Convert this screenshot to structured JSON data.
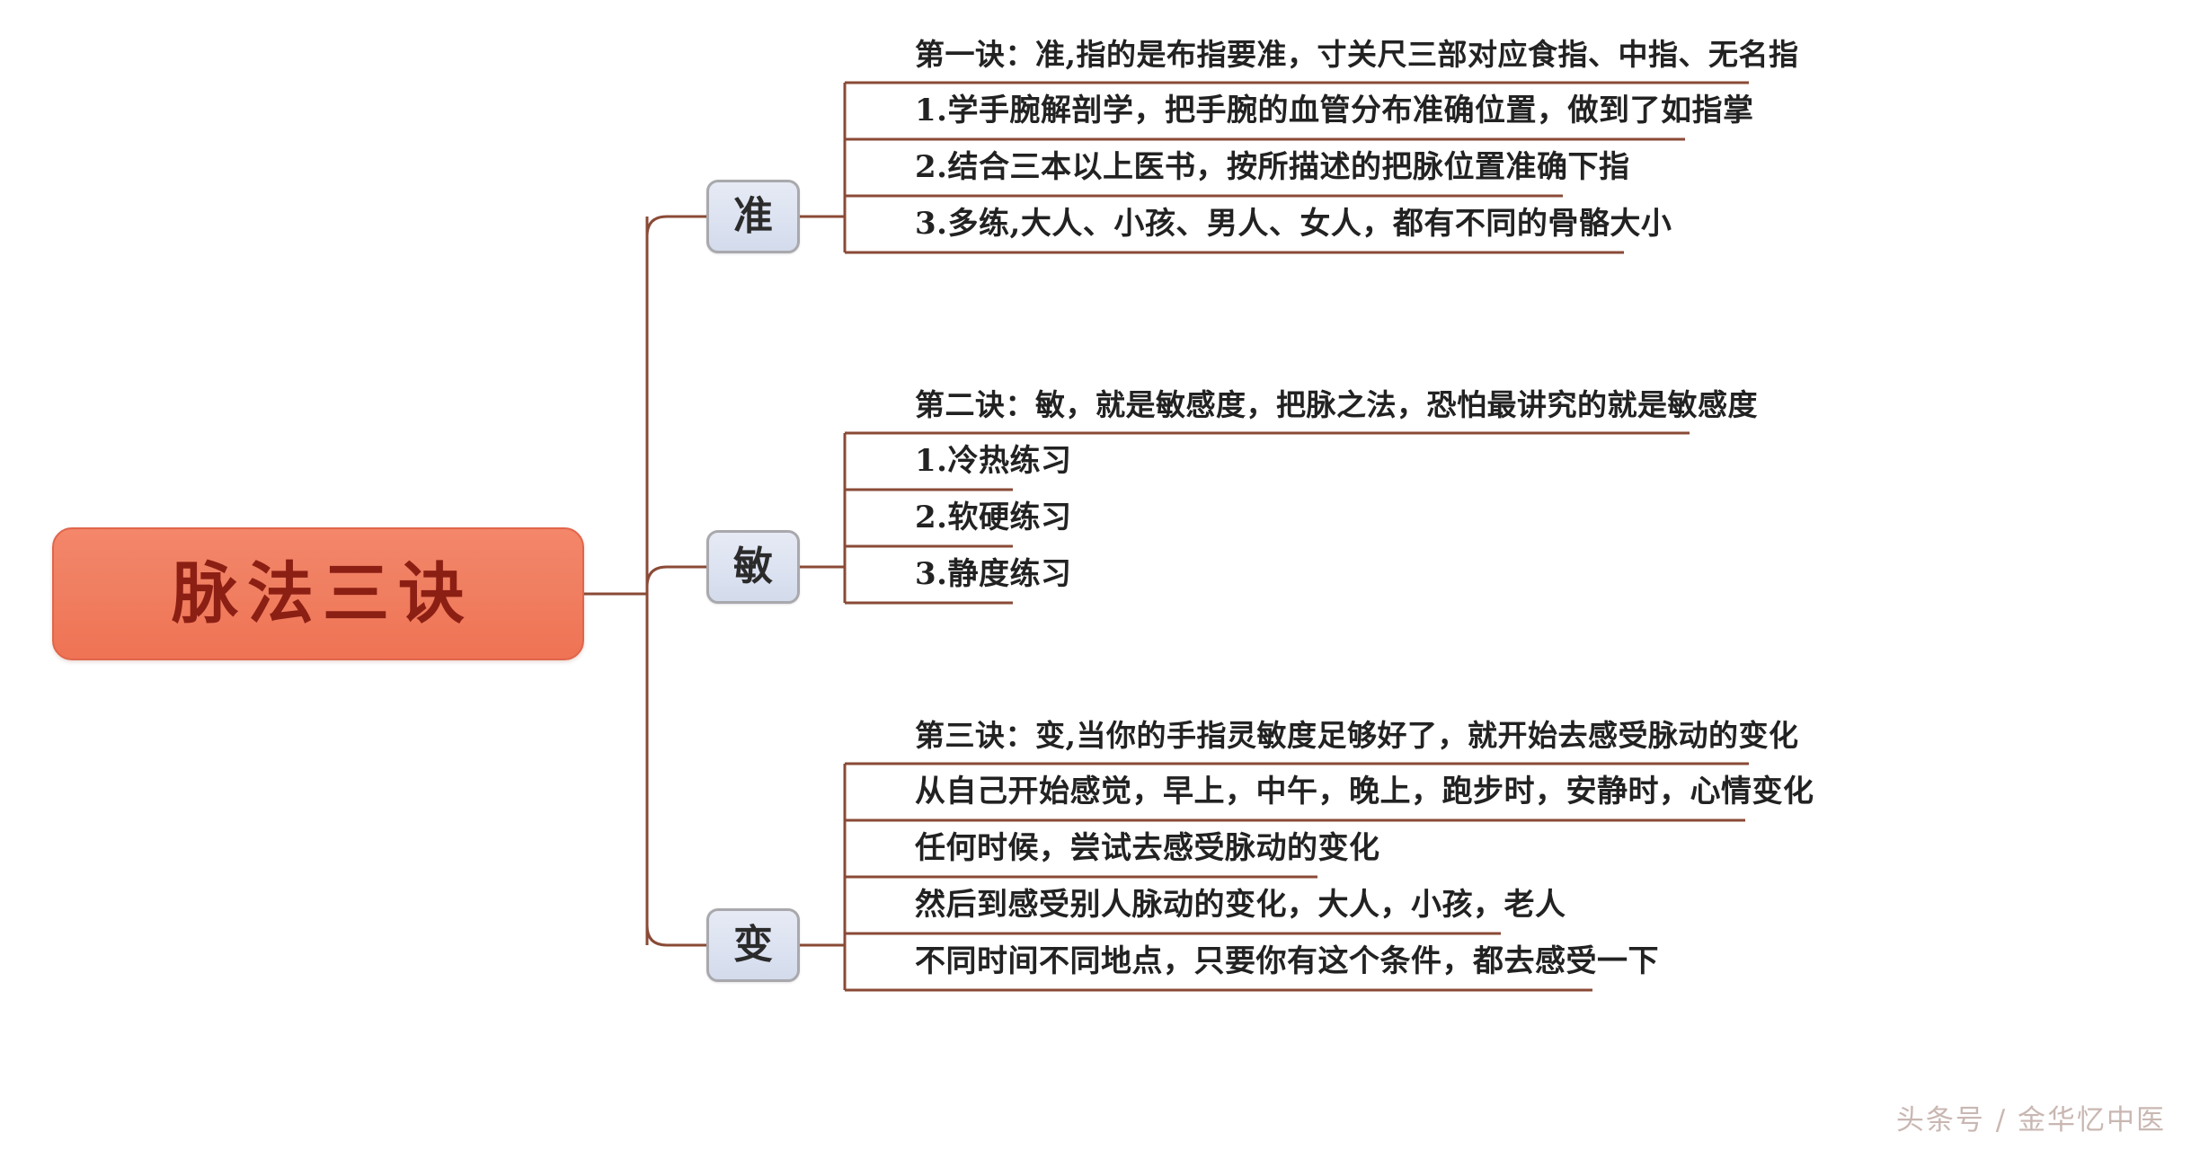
{
  "diagram": {
    "title": "脉法三诀",
    "type": "mind-map",
    "root": {
      "label": "脉法三诀",
      "fill": "#ef7354",
      "text_color": "#8c1f14",
      "border_color": "#e0654a"
    },
    "branch_style": {
      "fill": "#dde3f1",
      "border_color": "#a9a9ad",
      "text_color": "#2b2b2b"
    },
    "connector_color": "#8a4a36",
    "underline_color": "#8a4a36",
    "background": "#ffffff",
    "branches": [
      {
        "label": "准",
        "items": [
          {
            "text": "第一诀：准,指的是布指要准，寸关尺三部对应食指、中指、无名指",
            "kind": "head"
          },
          {
            "text": "1.学手腕解剖学，把手腕的血管分布准确位置，做到了如指掌",
            "kind": "sub"
          },
          {
            "text": "2.结合三本以上医书，按所描述的把脉位置准确下指",
            "kind": "sub"
          },
          {
            "text": "3.多练,大人、小孩、男人、女人，都有不同的骨骼大小",
            "kind": "sub"
          }
        ]
      },
      {
        "label": "敏",
        "items": [
          {
            "text": "第二诀：敏，就是敏感度，把脉之法，恐怕最讲究的就是敏感度",
            "kind": "head"
          },
          {
            "text": "1.冷热练习",
            "kind": "sub"
          },
          {
            "text": "2.软硬练习",
            "kind": "sub"
          },
          {
            "text": "3.静度练习",
            "kind": "sub"
          }
        ]
      },
      {
        "label": "变",
        "items": [
          {
            "text": "第三诀：变,当你的手指灵敏度足够好了，就开始去感受脉动的变化",
            "kind": "head"
          },
          {
            "text": "从自己开始感觉，早上，中午，晚上，跑步时，安静时，心情变化",
            "kind": "sub"
          },
          {
            "text": "任何时候，尝试去感受脉动的变化",
            "kind": "sub"
          },
          {
            "text": "然后到感受别人脉动的变化，大人，小孩，老人",
            "kind": "sub"
          },
          {
            "text": "不同时间不同地点，只要你有这个条件，都去感受一下",
            "kind": "sub"
          }
        ]
      }
    ]
  },
  "watermark": {
    "text": "头条号 / 金华忆中医"
  }
}
